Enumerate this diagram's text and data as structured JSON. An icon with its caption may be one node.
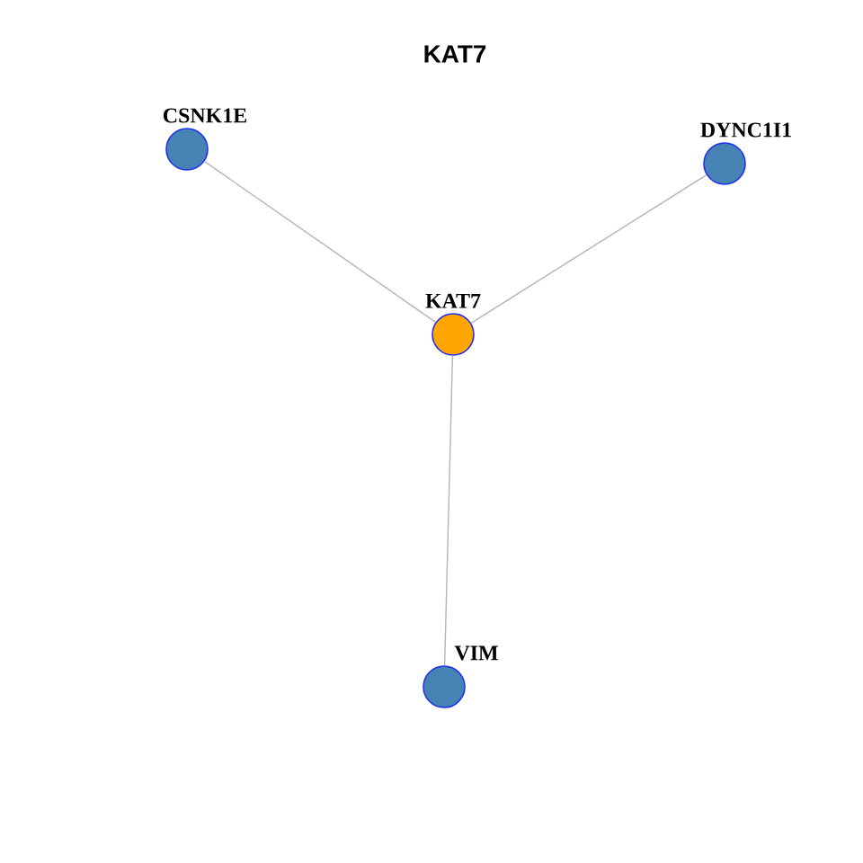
{
  "diagram": {
    "title": "KAT7",
    "nodes": [
      {
        "text": [
          "CSNK1E"
        ]
      },
      {
        "text": [
          "DYNC1I1"
        ]
      },
      {
        "text": [
          "KAT7"
        ]
      },
      {
        "text": [
          "VIM"
        ]
      }
    ],
    "edges": [
      {
        "from": 2,
        "to": 0,
        "arrow": "none"
      },
      {
        "from": 2,
        "to": 1,
        "arrow": "none"
      },
      {
        "from": 2,
        "to": 3,
        "arrow": "none"
      }
    ]
  }
}
